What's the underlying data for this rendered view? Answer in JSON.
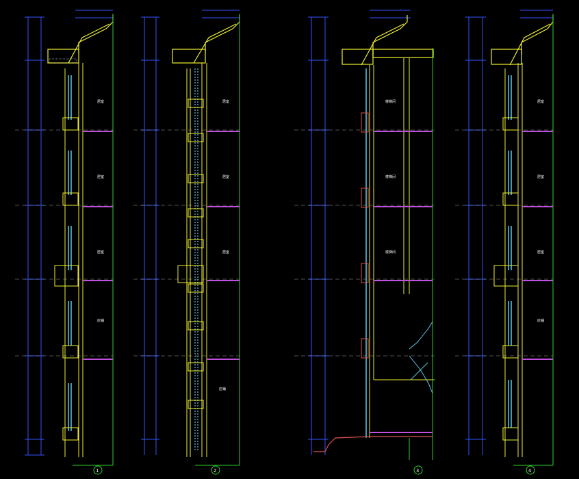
{
  "drawing": {
    "background": "#000000",
    "colors": {
      "dimension": "#3355ff",
      "wall": "#f0f030",
      "slab": "#c050e0",
      "glass": "#60c8e8",
      "outline": "#30d030",
      "text": "#ffffff",
      "hatch": "#e05050",
      "grid": "#a0a0a0"
    },
    "sections": [
      {
        "id": "1",
        "room_labels": [
          "居室",
          "居室",
          "居室",
          "店铺"
        ]
      },
      {
        "id": "2",
        "room_labels": [
          "居室",
          "居室",
          "居室",
          "店铺"
        ]
      },
      {
        "id": "3",
        "room_labels": [
          "楼梯间",
          "楼梯间",
          "楼梯间"
        ]
      },
      {
        "id": "4",
        "room_labels": [
          "居室",
          "居室",
          "居室",
          "店铺"
        ]
      }
    ]
  }
}
